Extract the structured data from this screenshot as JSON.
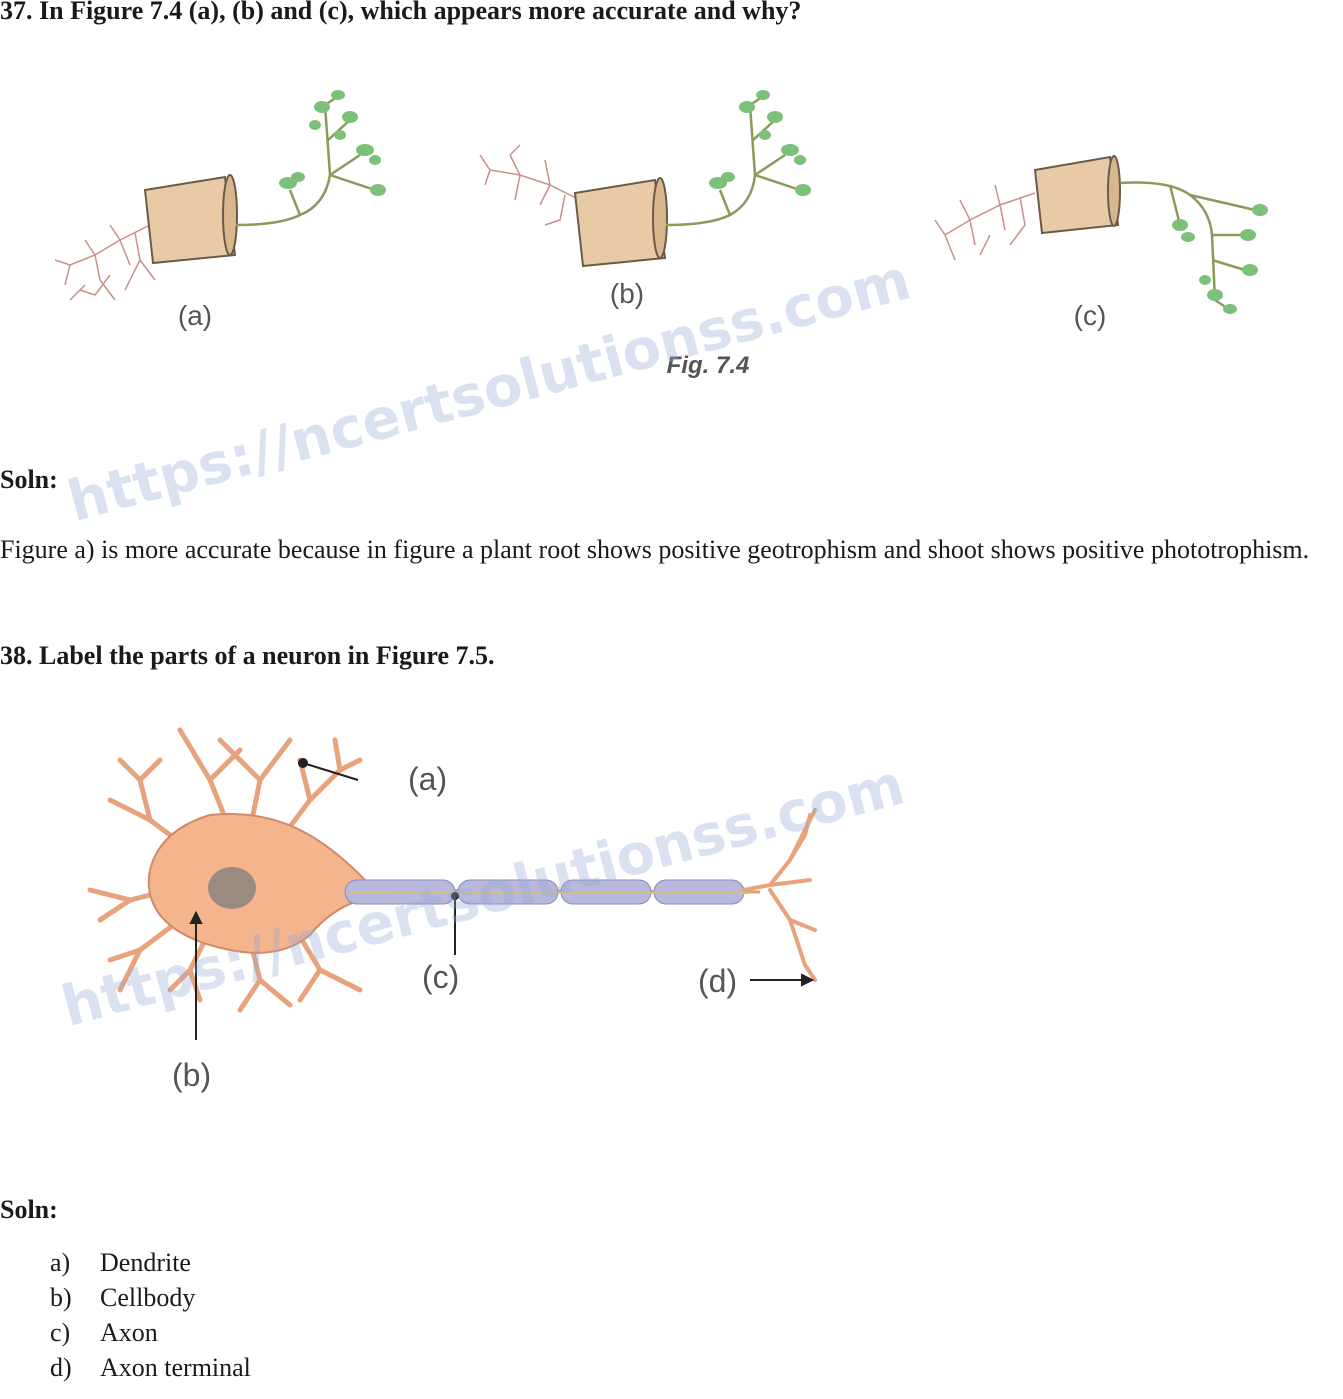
{
  "q37": {
    "question": "37. In Figure 7.4 (a), (b) and (c), which appears more accurate and why?",
    "labels": [
      "(a)",
      "(b)",
      "(c)"
    ],
    "caption": "Fig. 7.4",
    "soln_label": "Soln:",
    "answer": "Figure a) is more accurate because in figure a plant root shows positive geotrophism and shoot shows positive phototrophism."
  },
  "q38": {
    "question": "38. Label the parts of a neuron in Figure 7.5.",
    "labels": [
      "(a)",
      "(b)",
      "(c)",
      "(d)"
    ],
    "soln_label": "Soln:",
    "answers": [
      {
        "marker": "a)",
        "text": "Dendrite"
      },
      {
        "marker": "b)",
        "text": "Cellbody"
      },
      {
        "marker": "c)",
        "text": "Axon"
      },
      {
        "marker": "d)",
        "text": "Axon terminal"
      }
    ]
  },
  "watermark": "https://ncertsolutionss.com",
  "colors": {
    "pot": "#e8cba6",
    "root": "#c9908a",
    "leaf": "#7cc07a",
    "cell": "#f4b48c",
    "myelin": "#b8b8dc"
  }
}
